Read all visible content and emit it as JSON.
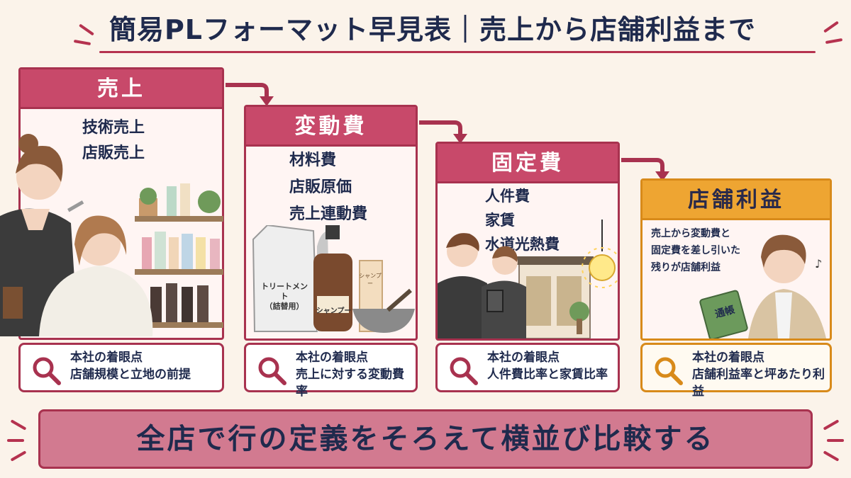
{
  "title": "簡易PLフォーマット早見表｜売上から店舗利益まで",
  "cards": [
    {
      "heading": "売上",
      "items": [
        "技術売上",
        "店販売上"
      ],
      "note_title": "本社の着眼点",
      "note_body": "店舗規模と立地の前提"
    },
    {
      "heading": "変動費",
      "items": [
        "材料費",
        "店販原価",
        "売上連動費"
      ],
      "note_title": "本社の着眼点",
      "note_body": "売上に対する変動費率"
    },
    {
      "heading": "固定費",
      "items": [
        "人件費",
        "家賃",
        "水道光熱費"
      ],
      "note_title": "本社の着眼点",
      "note_body": "人件費比率と家賃比率"
    },
    {
      "heading": "店舗利益",
      "items": [
        "売上から変動費と",
        "固定費を差し引いた",
        "残りが店舗利益"
      ],
      "note_title": "本社の着眼点",
      "note_body": "店舗利益率と坪あたり利益"
    }
  ],
  "illustration_labels": {
    "refill_pack": "トリートメント",
    "refill_pack_sub": "（詰替用）",
    "bottle": "シャンプー",
    "tube": "シャンプー",
    "ledger": "通帳"
  },
  "banner": "全店で行の定義をそろえて横並び比較する",
  "colors": {
    "accent": "#c8496a",
    "border": "#a8324f",
    "profit": "#eea532",
    "text": "#1f2a4d"
  }
}
